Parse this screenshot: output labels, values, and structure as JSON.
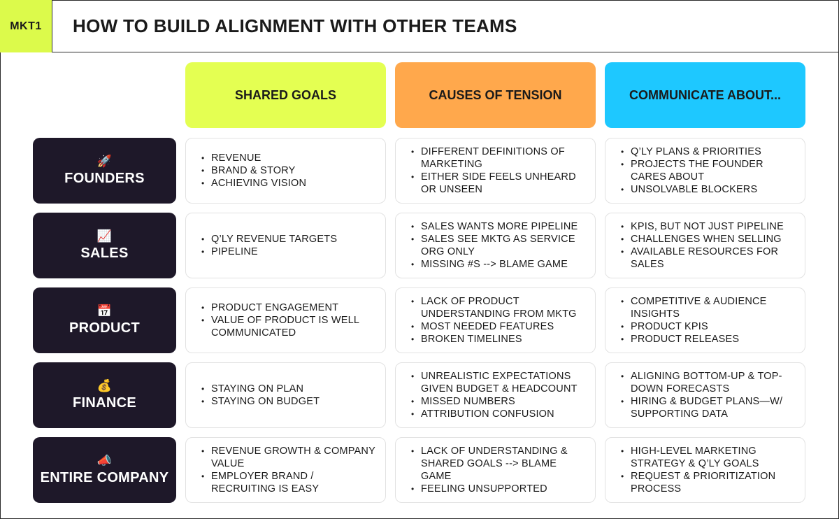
{
  "header": {
    "brand": "MKT1",
    "title": "HOW TO BUILD ALIGNMENT WITH OTHER TEAMS"
  },
  "colors": {
    "brand_bg": "#dcfa4b",
    "shared_goals": "#e4ff52",
    "causes_of_tension": "#ffa84c",
    "communicate_about": "#1ec8ff",
    "row_label_bg": "#1e1829"
  },
  "columns": [
    {
      "label": "SHARED GOALS",
      "color": "#e4ff52"
    },
    {
      "label": "CAUSES OF TENSION",
      "color": "#ffa84c"
    },
    {
      "label": "COMMUNICATE ABOUT...",
      "color": "#1ec8ff"
    }
  ],
  "rows": [
    {
      "emoji": "🚀",
      "emoji_name": "rocket-icon",
      "label": "FOUNDERS",
      "cells": [
        [
          "REVENUE",
          "BRAND & STORY",
          "ACHIEVING VISION"
        ],
        [
          "DIFFERENT DEFINITIONS OF MARKETING",
          "EITHER SIDE FEELS UNHEARD OR UNSEEN"
        ],
        [
          "Q’LY PLANS & PRIORITIES",
          "PROJECTS THE FOUNDER CARES ABOUT",
          "UNSOLVABLE BLOCKERS"
        ]
      ]
    },
    {
      "emoji": "📈",
      "emoji_name": "chart-increasing-icon",
      "label": "SALES",
      "cells": [
        [
          "Q’LY REVENUE TARGETS",
          "PIPELINE"
        ],
        [
          "SALES WANTS MORE PIPELINE",
          "SALES SEE MKTG AS SERVICE ORG ONLY",
          "MISSING #S --> BLAME GAME"
        ],
        [
          "KPIS, BUT NOT JUST PIPELINE",
          "CHALLENGES WHEN SELLING",
          "AVAILABLE RESOURCES FOR SALES"
        ]
      ]
    },
    {
      "emoji": "📅",
      "emoji_name": "calendar-icon",
      "label": "PRODUCT",
      "cells": [
        [
          "PRODUCT ENGAGEMENT",
          "VALUE OF PRODUCT IS WELL COMMUNICATED"
        ],
        [
          "LACK OF PRODUCT UNDERSTANDING FROM MKTG",
          "MOST NEEDED FEATURES",
          "BROKEN TIMELINES"
        ],
        [
          "COMPETITIVE & AUDIENCE INSIGHTS",
          "PRODUCT KPIS",
          "PRODUCT RELEASES"
        ]
      ]
    },
    {
      "emoji": "💰",
      "emoji_name": "money-bag-icon",
      "label": "FINANCE",
      "cells": [
        [
          "STAYING ON PLAN",
          "STAYING ON BUDGET"
        ],
        [
          "UNREALISTIC EXPECTATIONS GIVEN BUDGET & HEADCOUNT",
          "MISSED NUMBERS",
          "ATTRIBUTION CONFUSION"
        ],
        [
          "ALIGNING BOTTOM-UP & TOP-DOWN FORECASTS",
          "HIRING & BUDGET PLANS—W/ SUPPORTING DATA"
        ]
      ]
    },
    {
      "emoji": "📣",
      "emoji_name": "megaphone-icon",
      "label": "ENTIRE COMPANY",
      "cells": [
        [
          "REVENUE GROWTH & COMPANY VALUE",
          "EMPLOYER BRAND / RECRUITING IS EASY"
        ],
        [
          "LACK OF UNDERSTANDING & SHARED GOALS  --> BLAME GAME",
          "FEELING UNSUPPORTED"
        ],
        [
          "HIGH-LEVEL MARKETING STRATEGY & Q’LY GOALS",
          "REQUEST & PRIORITIZATION PROCESS"
        ]
      ]
    }
  ]
}
